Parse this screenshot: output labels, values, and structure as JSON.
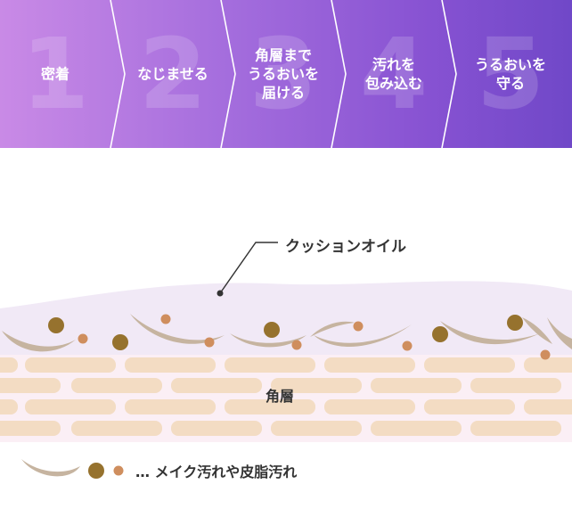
{
  "steps": [
    {
      "number": "1",
      "label": "密着"
    },
    {
      "number": "2",
      "label": "なじませる"
    },
    {
      "number": "3",
      "label": "角層まで\nうるおいを\n届ける"
    },
    {
      "number": "4",
      "label": "汚れを\n包み込む"
    },
    {
      "number": "5",
      "label": "うるおいを\n守る"
    }
  ],
  "diagram": {
    "oil_label": "クッションオイル",
    "horny_layer_label": "角層",
    "legend_text": "… メイク汚れや皮脂汚れ"
  },
  "colors": {
    "gradient_start": "#c98ae6",
    "gradient_end": "#7048c8",
    "cell": "#f3dcc3",
    "skin_bg": "#fbeff5",
    "oil": "#f1e9f6",
    "flake": "#c6b4a0",
    "dirt_large": "#96722e",
    "dirt_small": "#cf8e5e"
  }
}
